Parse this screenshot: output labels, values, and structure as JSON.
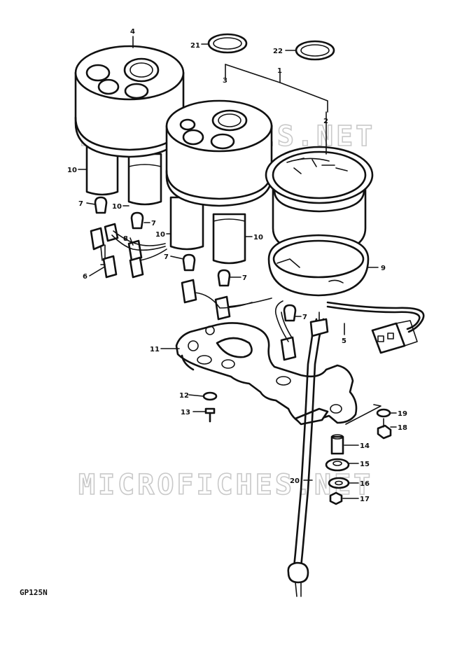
{
  "diagram_code": "GP125N",
  "watermark_text": "MICROFICHES.NET",
  "callouts": [
    {
      "id": "c1",
      "text": "1"
    },
    {
      "id": "c2",
      "text": "2"
    },
    {
      "id": "c3",
      "text": "3"
    },
    {
      "id": "c4",
      "text": "4"
    },
    {
      "id": "c5",
      "text": "5"
    },
    {
      "id": "c6",
      "text": "6"
    },
    {
      "id": "c7a",
      "text": "7"
    },
    {
      "id": "c7b",
      "text": "7"
    },
    {
      "id": "c7c",
      "text": "7"
    },
    {
      "id": "c7d",
      "text": "7"
    },
    {
      "id": "c7e",
      "text": "7"
    },
    {
      "id": "c8",
      "text": "8"
    },
    {
      "id": "c9",
      "text": "9"
    },
    {
      "id": "c10a",
      "text": "10"
    },
    {
      "id": "c10b",
      "text": "10"
    },
    {
      "id": "c10c",
      "text": "10"
    },
    {
      "id": "c10d",
      "text": "10"
    },
    {
      "id": "c11",
      "text": "11"
    },
    {
      "id": "c12",
      "text": "12"
    },
    {
      "id": "c13",
      "text": "13"
    },
    {
      "id": "c14",
      "text": "14"
    },
    {
      "id": "c15",
      "text": "15"
    },
    {
      "id": "c16",
      "text": "16"
    },
    {
      "id": "c17",
      "text": "17"
    },
    {
      "id": "c18",
      "text": "18"
    },
    {
      "id": "c19",
      "text": "19"
    },
    {
      "id": "c20",
      "text": "20"
    },
    {
      "id": "c21",
      "text": "21"
    },
    {
      "id": "c22",
      "text": "22"
    }
  ]
}
